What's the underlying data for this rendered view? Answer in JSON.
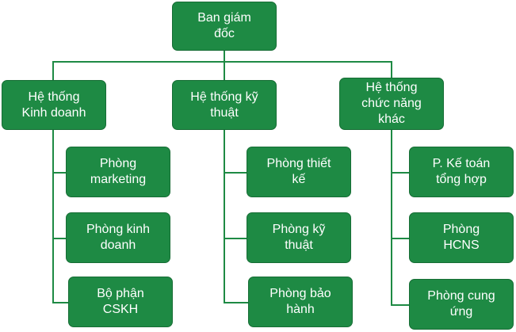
{
  "colors": {
    "box_fill": "#1e8a44",
    "box_border": "#176d35",
    "connector": "#1e8a44",
    "text": "#ffffff"
  },
  "root": {
    "label": "Ban giám\nđốc"
  },
  "branches": [
    {
      "label": "Hệ thống\nKinh doanh",
      "children": [
        "Phòng\nmarketing",
        "Phòng kinh\ndoanh",
        "Bộ phận\nCSKH"
      ]
    },
    {
      "label": "Hệ thống kỹ\nthuật",
      "children": [
        "Phòng thiết\nkế",
        "Phòng kỹ\nthuật",
        "Phòng bảo\nhành"
      ]
    },
    {
      "label": "Hệ thống\nchức năng\nkhác",
      "children": [
        "P. Kế toán\ntổng hợp",
        "Phòng\nHCNS",
        "Phòng cung\nứng"
      ]
    }
  ]
}
